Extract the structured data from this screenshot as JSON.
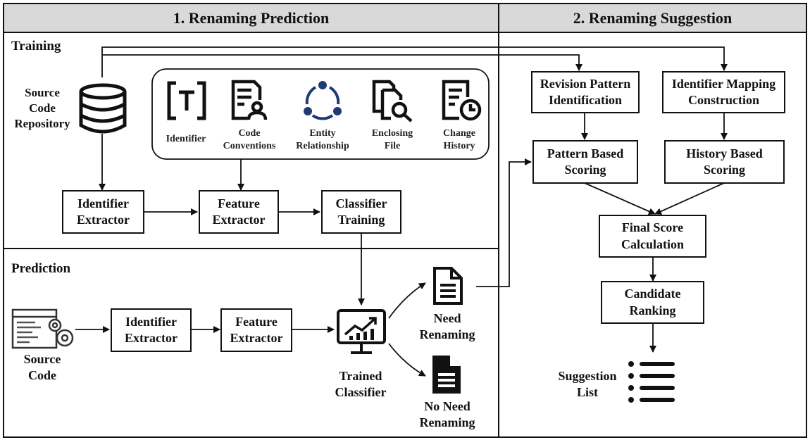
{
  "headers": {
    "prediction": "1. Renaming Prediction",
    "suggestion": "2. Renaming Suggestion"
  },
  "sections": {
    "training": "Training",
    "prediction": "Prediction"
  },
  "training": {
    "repo_label": "Source\nCode\nRepository",
    "features": [
      {
        "icon": "identifier-bracket-icon",
        "label": "Identifier"
      },
      {
        "icon": "code-document-person-icon",
        "label": "Code\nConventions"
      },
      {
        "icon": "entity-relationship-icon",
        "label": "Entity\nRelationship"
      },
      {
        "icon": "enclosing-file-search-icon",
        "label": "Enclosing\nFile"
      },
      {
        "icon": "change-history-clock-icon",
        "label": "Change\nHistory"
      }
    ],
    "identifier_extractor": "Identifier\nExtractor",
    "feature_extractor": "Feature\nExtractor",
    "classifier_training": "Classifier\nTraining"
  },
  "prediction": {
    "source_code": "Source\nCode",
    "identifier_extractor": "Identifier\nExtractor",
    "feature_extractor": "Feature\nExtractor",
    "trained_classifier": "Trained\nClassifier",
    "need_renaming": "Need\nRenaming",
    "no_need_renaming": "No Need\nRenaming"
  },
  "suggestion": {
    "revision_pattern": "Revision Pattern\nIdentification",
    "identifier_mapping": "Identifier Mapping\nConstruction",
    "pattern_scoring": "Pattern Based\nScoring",
    "history_scoring": "History Based\nScoring",
    "final_score": "Final Score\nCalculation",
    "candidate_ranking": "Candidate\nRanking",
    "suggestion_list": "Suggestion\nList"
  },
  "colors": {
    "header_bg": "#d9d9d9",
    "line": "#111111",
    "relationship_icon": "#1f3b73"
  }
}
